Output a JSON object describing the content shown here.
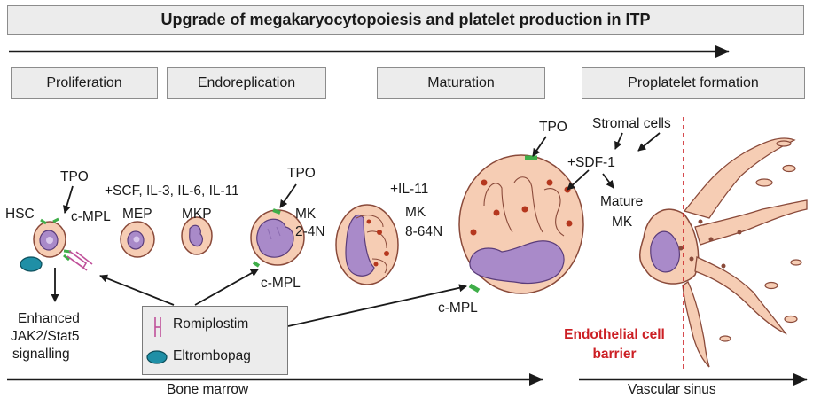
{
  "title": "Upgrade of megakaryocytopoiesis and platelet production in ITP",
  "stages": [
    "Proliferation",
    "Endoreplication",
    "Maturation",
    "Proplatelet formation"
  ],
  "labels": {
    "tpo": "TPO",
    "hsc": "HSC",
    "cmpl": "c-MPL",
    "cytokines": "+SCF, IL-3, IL-6, IL-11",
    "mep": "MEP",
    "mkp": "MKP",
    "mk": "MK",
    "mk_ploidy_1": "2-4N",
    "il11": "+IL-11",
    "mk_ploidy_2": "8-64N",
    "stromal": "Stromal cells",
    "sdf": "+SDF-1",
    "mature": "Mature",
    "signalling_1": "Enhanced",
    "signalling_2": "JAK2/Stat5",
    "signalling_3": "signalling",
    "barrier_1": "Endothelial cell",
    "barrier_2": "barrier",
    "bone_marrow": "Bone marrow",
    "vascular_sinus": "Vascular sinus"
  },
  "legend": {
    "romiplostim": "Romiplostim",
    "eltrombopag": "Eltrombopag"
  },
  "colors": {
    "cell_fill": "#f6cdb4",
    "cell_stroke": "#8a4a3a",
    "nucleus_fill": "#a98ac9",
    "granule": "#b5371e",
    "receptor": "#3fae49",
    "eltrombopag": "#1f8fa6",
    "romiplostim": "#c0509a",
    "barrier_red": "#cc1f24"
  }
}
